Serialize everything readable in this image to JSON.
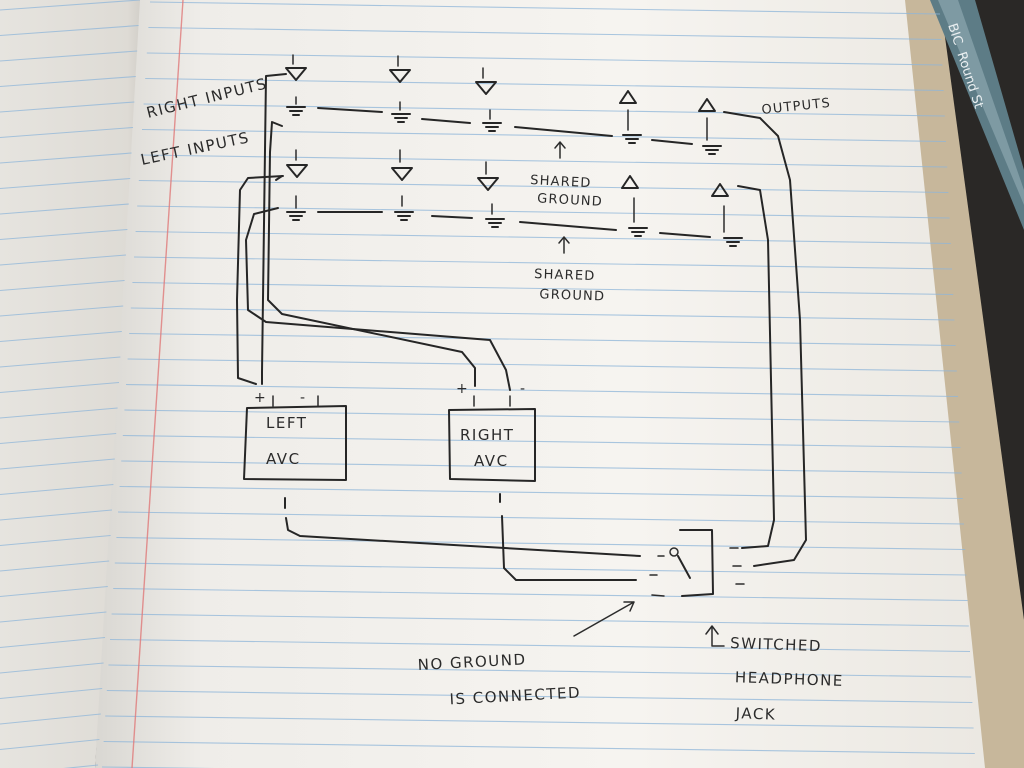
{
  "labels": {
    "right_inputs": "RIGHT INPUTS",
    "left_inputs": "LEFT INPUTS",
    "outputs": "OUTPUTS",
    "shared_ground_1_line1": "SHARED",
    "shared_ground_1_line2": "GROUND",
    "shared_ground_2_line1": "SHARED",
    "shared_ground_2_line2": "GROUND",
    "left_avc_line1": "LEFT",
    "left_avc_line2": "AVC",
    "right_avc_line1": "RIGHT",
    "right_avc_line2": "AVC",
    "left_avc_plus": "+",
    "left_avc_minus": "-",
    "right_avc_plus": "+",
    "right_avc_minus": "-",
    "no_ground_line1": "NO GROUND",
    "no_ground_line2": "IS CONNECTED",
    "jack_line1": "SWITCHED",
    "jack_line2": "HEADPHONE",
    "jack_line3": "JACK",
    "pencil_brand": "BIC",
    "pencil_name": "Round St"
  },
  "colors": {
    "paper": "#f4f2ee",
    "ink": "#262626",
    "rule_line": "#8fb6d9",
    "margin_line": "#e07a7a",
    "desk": "#2a2826",
    "pencil": "#5d7c86"
  }
}
